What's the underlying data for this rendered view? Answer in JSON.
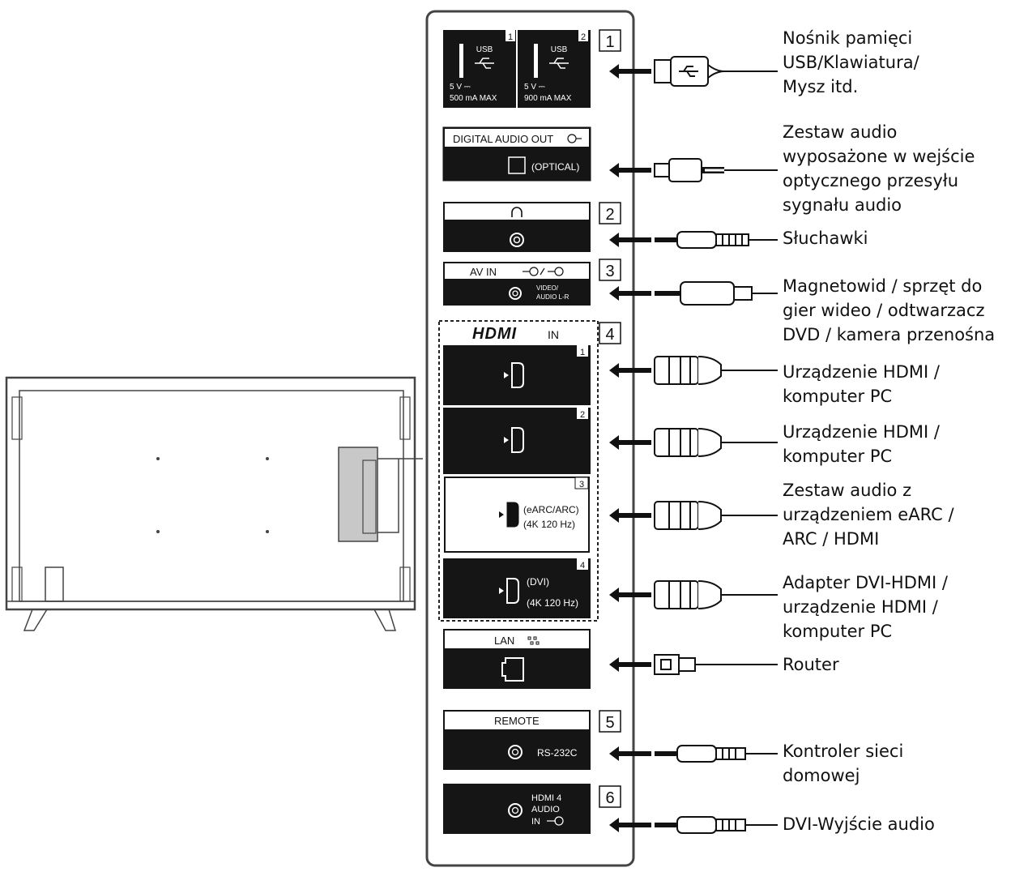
{
  "ports": {
    "usb": {
      "1": {
        "name": "USB",
        "num": "1",
        "spec1": "5 V ⎓",
        "spec2": "500 mA MAX"
      },
      "2": {
        "name": "USB",
        "num": "2",
        "spec1": "5 V ⎓",
        "spec2": "900 mA MAX"
      }
    },
    "digital_audio": {
      "title": "DIGITAL AUDIO OUT",
      "sub": "(OPTICAL)"
    },
    "av": {
      "title": "AV IN",
      "sub1": "VIDEO/",
      "sub2": "AUDIO L-R"
    },
    "hdmi": {
      "title_logo": "HDMI",
      "title_in": "IN",
      "p1": {
        "num": "1"
      },
      "p2": {
        "num": "2"
      },
      "p3": {
        "num": "3",
        "line1": "(eARC/ARC)",
        "line2": "(4K 120 Hz)"
      },
      "p4": {
        "num": "4",
        "line1": "(DVI)",
        "line2": "(4K 120 Hz)"
      }
    },
    "lan": {
      "title": "LAN"
    },
    "remote": {
      "title": "REMOTE",
      "sub": "RS-232C"
    },
    "hdmi_audio": {
      "line1": "HDMI 4",
      "line2": "AUDIO",
      "line3": "IN"
    }
  },
  "callouts": [
    "1",
    "2",
    "3",
    "4",
    "5",
    "6"
  ],
  "labels": [
    "Nośnik pamięci\nUSB/Klawiatura/\nMysz itd.",
    "Zestaw audio\nwyposażone w wejście\noptycznego przesyłu\nsygnału audio",
    "Słuchawki",
    "Magnetowid / sprzęt do\ngier wideo / odtwarzacz\nDVD / kamera przenośna",
    "Urządzenie HDMI /\nkomputer PC",
    "Urządzenie HDMI /\nkomputer PC",
    "Zestaw audio z\nurządzeniem eARC /\nARC / HDMI",
    "Adapter DVI-HDMI /\nurządzenie HDMI /\nkomputer PC",
    "Router",
    "Kontroler sieci\ndomowej",
    "DVI-Wyjście audio"
  ]
}
